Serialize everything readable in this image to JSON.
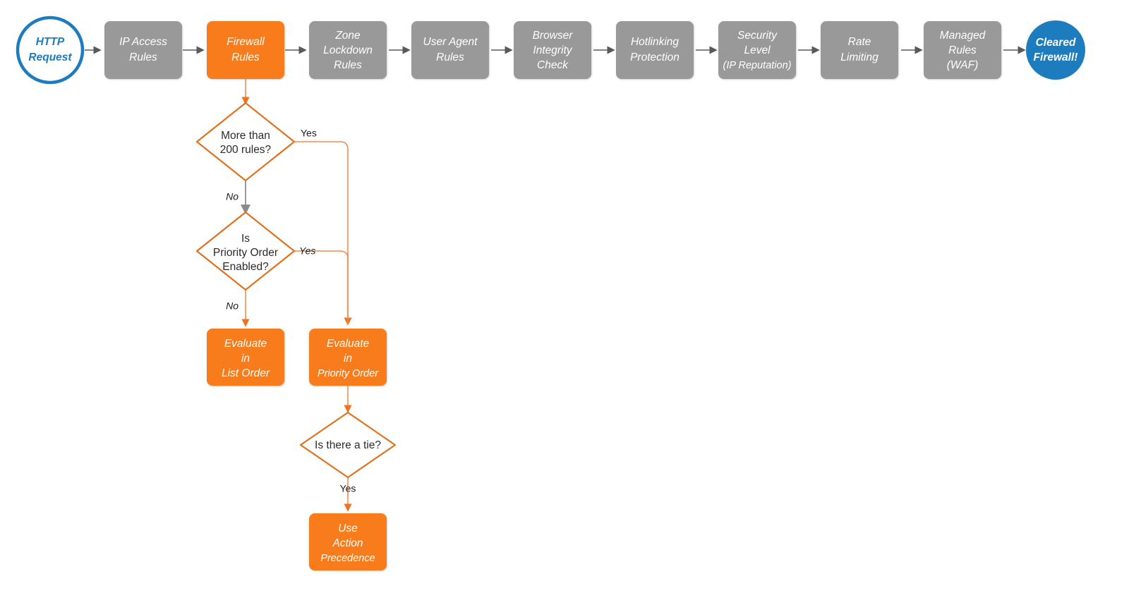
{
  "diagram": {
    "title": "Cloudflare request firewall evaluation order flowchart",
    "colors": {
      "orange": "#F97B1F",
      "orange_stroke": "#E2711D",
      "gray": "#999999",
      "blue": "#1C7CBE",
      "arrow_gray": "#595959",
      "arrow_orange": "#F08B4D",
      "background": "#FFFFFF"
    },
    "pipeline": [
      {
        "id": "http-request",
        "shape": "circle-outline",
        "color": "blue",
        "lines": [
          "HTTP",
          "Request"
        ]
      },
      {
        "id": "ip-access-rules",
        "shape": "rounded-rect",
        "color": "gray",
        "lines": [
          "IP Access",
          "Rules"
        ]
      },
      {
        "id": "firewall-rules",
        "shape": "rounded-rect",
        "color": "orange",
        "lines": [
          "Firewall",
          "Rules"
        ]
      },
      {
        "id": "zone-lockdown-rules",
        "shape": "rounded-rect",
        "color": "gray",
        "lines": [
          "Zone",
          "Lockdown",
          "Rules"
        ]
      },
      {
        "id": "user-agent-rules",
        "shape": "rounded-rect",
        "color": "gray",
        "lines": [
          "User Agent",
          "Rules"
        ]
      },
      {
        "id": "browser-integrity-check",
        "shape": "rounded-rect",
        "color": "gray",
        "lines": [
          "Browser",
          "Integrity",
          "Check"
        ]
      },
      {
        "id": "hotlinking-protection",
        "shape": "rounded-rect",
        "color": "gray",
        "lines": [
          "Hotlinking",
          "Protection"
        ]
      },
      {
        "id": "security-level",
        "shape": "rounded-rect",
        "color": "gray",
        "lines": [
          "Security",
          "Level",
          "(IP Reputation)"
        ]
      },
      {
        "id": "rate-limiting",
        "shape": "rounded-rect",
        "color": "gray",
        "lines": [
          "Rate",
          "Limiting"
        ]
      },
      {
        "id": "managed-rules-waf",
        "shape": "rounded-rect",
        "color": "gray",
        "lines": [
          "Managed",
          "Rules",
          "(WAF)"
        ]
      },
      {
        "id": "cleared-firewall",
        "shape": "circle-filled",
        "color": "blue",
        "lines": [
          "Cleared",
          "Firewall!"
        ]
      }
    ],
    "decisions": [
      {
        "id": "more-than-200-rules",
        "lines": [
          "More than",
          "200 rules?"
        ]
      },
      {
        "id": "is-priority-order-enabled",
        "lines": [
          "Is",
          "Priority Order",
          "Enabled?"
        ]
      },
      {
        "id": "is-there-a-tie",
        "lines": [
          "Is there a tie?"
        ]
      }
    ],
    "outcomes": [
      {
        "id": "evaluate-in-list-order",
        "lines": [
          "Evaluate",
          "in",
          "List Order"
        ]
      },
      {
        "id": "evaluate-in-priority-order",
        "lines": [
          "Evaluate",
          "in",
          "Priority Order"
        ]
      },
      {
        "id": "use-action-precedence",
        "lines": [
          "Use",
          "Action",
          "Precedence"
        ]
      }
    ],
    "edge_labels": {
      "more_than_200_yes": "Yes",
      "more_than_200_no": "No",
      "priority_order_yes": "Yes",
      "priority_order_no": "No",
      "tie_yes": "Yes"
    }
  }
}
